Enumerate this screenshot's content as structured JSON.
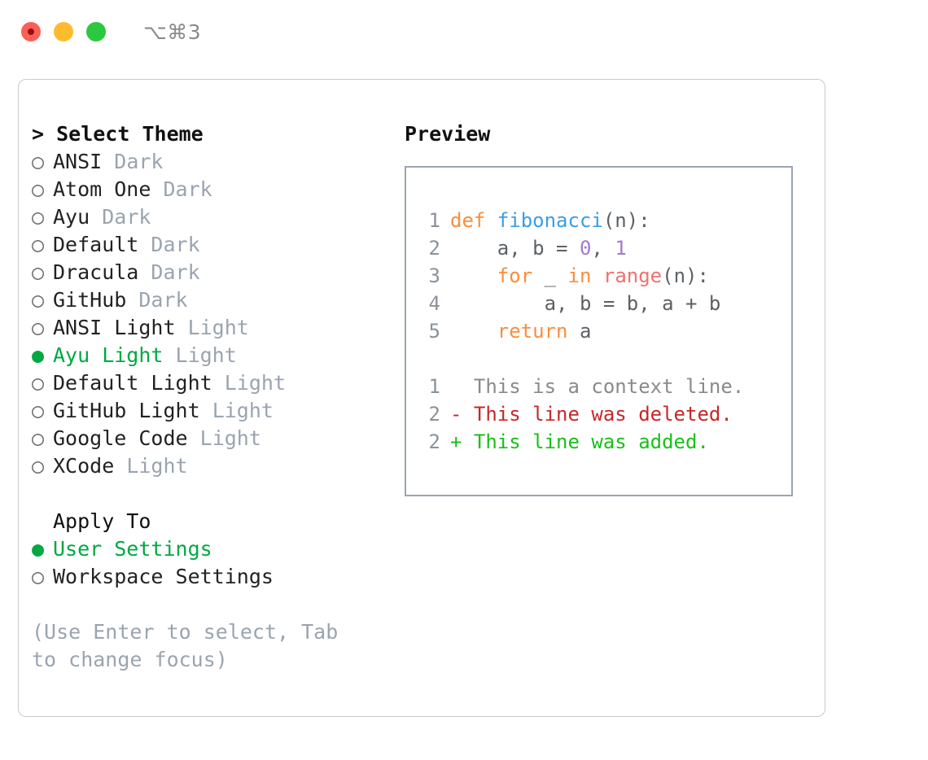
{
  "window": {
    "shortcut": "⌥⌘3",
    "traffic_lights": [
      {
        "name": "close",
        "color": "#fc5f57"
      },
      {
        "name": "minimize",
        "color": "#fcbc2e"
      },
      {
        "name": "maximize",
        "color": "#2bc840"
      }
    ]
  },
  "theme_panel": {
    "heading": "> Select Theme",
    "markers": {
      "selected": "●",
      "unselected": "○"
    },
    "themes": [
      {
        "marker": "○",
        "name": "ANSI",
        "variant": "Dark",
        "selected": false
      },
      {
        "marker": "○",
        "name": "Atom One",
        "variant": "Dark",
        "selected": false
      },
      {
        "marker": "○",
        "name": "Ayu",
        "variant": "Dark",
        "selected": false
      },
      {
        "marker": "○",
        "name": "Default",
        "variant": "Dark",
        "selected": false
      },
      {
        "marker": "○",
        "name": "Dracula",
        "variant": "Dark",
        "selected": false
      },
      {
        "marker": "○",
        "name": "GitHub",
        "variant": "Dark",
        "selected": false
      },
      {
        "marker": "○",
        "name": "ANSI Light",
        "variant": "Light",
        "selected": false
      },
      {
        "marker": "●",
        "name": "Ayu Light",
        "variant": "Light",
        "selected": true
      },
      {
        "marker": "○",
        "name": "Default Light",
        "variant": "Light",
        "selected": false
      },
      {
        "marker": "○",
        "name": "GitHub Light",
        "variant": "Light",
        "selected": false
      },
      {
        "marker": "○",
        "name": "Google Code",
        "variant": "Light",
        "selected": false
      },
      {
        "marker": "○",
        "name": "XCode",
        "variant": "Light",
        "selected": false
      }
    ],
    "apply_to": {
      "heading": "Apply To",
      "options": [
        {
          "marker": "●",
          "label": "User Settings",
          "selected": true
        },
        {
          "marker": "○",
          "label": "Workspace Settings",
          "selected": false
        }
      ]
    },
    "hint": "(Use Enter to select, Tab to change focus)"
  },
  "preview_panel": {
    "heading": "Preview",
    "code_lines": [
      {
        "no": "1",
        "tokens": [
          {
            "t": "def",
            "c": "keyword"
          },
          {
            "t": " ",
            "c": "plain"
          },
          {
            "t": "fibonacci",
            "c": "function"
          },
          {
            "t": "(n):",
            "c": "punct"
          }
        ]
      },
      {
        "no": "2",
        "tokens": [
          {
            "t": "    a, b = ",
            "c": "plain"
          },
          {
            "t": "0",
            "c": "number"
          },
          {
            "t": ", ",
            "c": "plain"
          },
          {
            "t": "1",
            "c": "number"
          }
        ]
      },
      {
        "no": "3",
        "tokens": [
          {
            "t": "    ",
            "c": "plain"
          },
          {
            "t": "for",
            "c": "keyword"
          },
          {
            "t": " _ ",
            "c": "plain"
          },
          {
            "t": "in",
            "c": "keyword"
          },
          {
            "t": " ",
            "c": "plain"
          },
          {
            "t": "range",
            "c": "builtin"
          },
          {
            "t": "(n):",
            "c": "punct"
          }
        ]
      },
      {
        "no": "4",
        "tokens": [
          {
            "t": "        a, b = b, a + b",
            "c": "plain"
          }
        ]
      },
      {
        "no": "5",
        "tokens": [
          {
            "t": "    ",
            "c": "plain"
          },
          {
            "t": "return",
            "c": "keyword"
          },
          {
            "t": " a",
            "c": "plain"
          }
        ]
      }
    ],
    "diff_lines": [
      {
        "no": "1",
        "sign": " ",
        "text": " This is a context line.",
        "kind": "context"
      },
      {
        "no": "2",
        "sign": "-",
        "text": " This line was deleted.",
        "kind": "removed"
      },
      {
        "no": "2",
        "sign": "+",
        "text": " This line was added.",
        "kind": "added"
      }
    ]
  },
  "colors": {
    "accent_green": "#00a843",
    "muted": "#9aa4b0",
    "panel_border": "#c6cad1",
    "preview_border": "#9aa5b1",
    "syntax_keyword": "#fa8d3e",
    "syntax_function": "#399ee6",
    "syntax_number": "#a37acc",
    "syntax_builtin": "#f07171",
    "diff_removed": "#c62828",
    "diff_added": "#18c018"
  }
}
